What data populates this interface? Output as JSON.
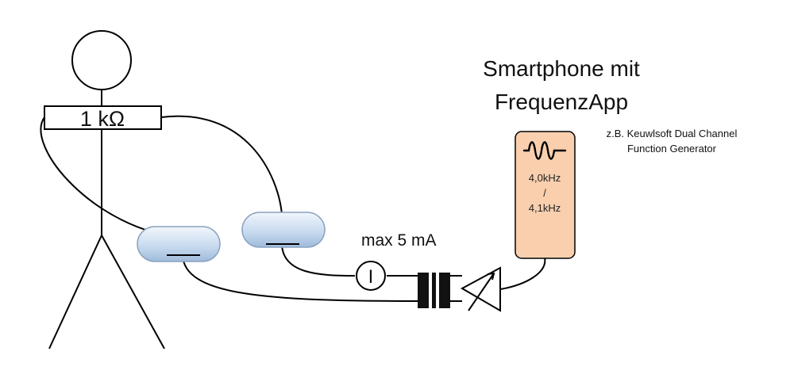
{
  "resistor": {
    "label": "1 kΩ"
  },
  "ammeter": {
    "symbol": "I",
    "label": "max 5 mA"
  },
  "smartphone": {
    "title_line1": "Smartphone mit",
    "title_line2": "FrequenzApp",
    "note_line1": "z.B. Keuwlsoft Dual Channel",
    "note_line2": "Function Generator",
    "freq1": "4,0kHz",
    "separator": "/",
    "freq2": "4,1kHz",
    "icon": "sine-wave-icon"
  },
  "colors": {
    "phone_fill": "#f9cfae",
    "electrode_fill": "#c7d9ee",
    "line": "#000000"
  }
}
